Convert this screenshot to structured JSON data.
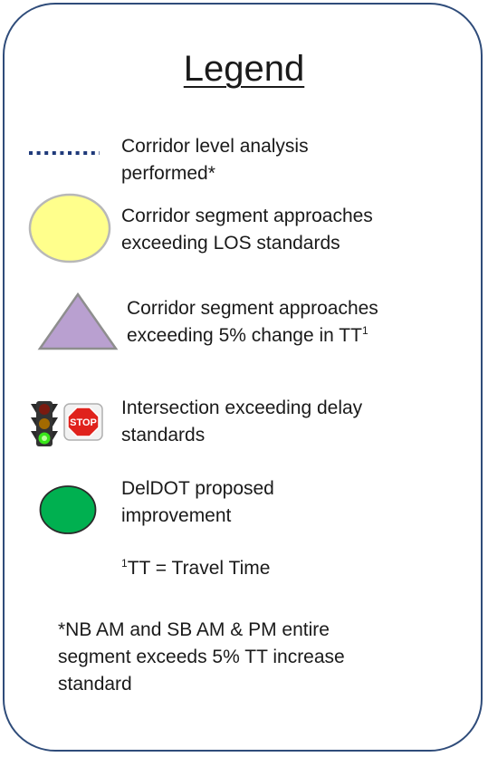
{
  "legend": {
    "title": "Legend",
    "entries": [
      {
        "icon": "dotted-line-icon",
        "color": "#1f3a7a",
        "line1": "Corridor level analysis",
        "line2": "performed*"
      },
      {
        "icon": "yellow-ellipse-icon",
        "color": "#ffff8c",
        "line1": "Corridor segment approaches",
        "line2": "exceeding LOS standards"
      },
      {
        "icon": "purple-triangle-icon",
        "color": "#b9a0d0",
        "line1": "Corridor segment approaches",
        "line2": "exceeding 5% change in TT",
        "line2_sup": "1"
      },
      {
        "icon": "traffic-light-and-stop-sign-icon",
        "line1": "Intersection exceeding delay",
        "line2": "standards"
      },
      {
        "icon": "green-ellipse-icon",
        "color": "#00b050",
        "line1": "DelDOT proposed",
        "line2": "improvement"
      }
    ],
    "footnote_tt": {
      "sup": "1",
      "text": "TT = Travel Time"
    },
    "note": {
      "line1": "*NB AM and SB AM & PM entire",
      "line2": "segment exceeds 5% TT increase",
      "line3": "standard"
    },
    "stop_sign_text": "STOP"
  }
}
